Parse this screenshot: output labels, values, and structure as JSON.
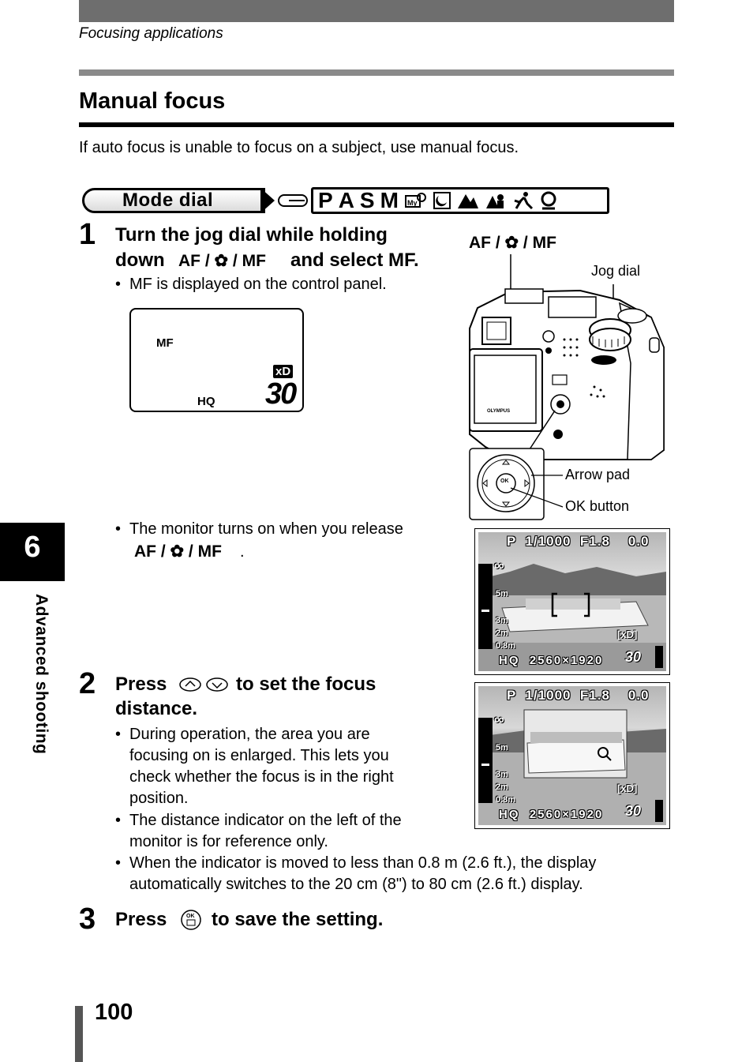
{
  "header": {
    "section": "Focusing applications"
  },
  "title": "Manual focus",
  "intro": "If auto focus is unable to focus on a subject, use manual focus.",
  "mode_dial": {
    "label": "Mode dial",
    "modes": [
      "P",
      "A",
      "S",
      "M"
    ],
    "scene_icons": [
      "my-mode-icon",
      "night-scene-icon",
      "landscape-icon",
      "landscape-portrait-icon",
      "sports-icon",
      "portrait-icon"
    ]
  },
  "step1": {
    "number": "1",
    "line1": "Turn the jog dial while holding",
    "line2_pre": "down",
    "button": "AF / ✿ / MF",
    "line2_post": "and select MF.",
    "bullet": "MF is displayed on the control panel."
  },
  "lcd": {
    "mf": "MF",
    "hq": "HQ",
    "media": "xD",
    "count": "30"
  },
  "camera_figure": {
    "button_label": "AF / ✿ / MF",
    "jog_dial": "Jog dial",
    "arrow_pad": "Arrow pad",
    "ok_button": "OK button"
  },
  "monitor_note": {
    "text": "The monitor turns on when you release",
    "button": "AF / ✿ / MF",
    "end": "."
  },
  "monitor": {
    "top": "P  1/1000  F1.8    0.0",
    "bottom": "HQ  2560×1920",
    "distances": [
      "∞",
      "5m",
      "3m",
      "2m",
      "0.8m"
    ],
    "media": "[xD]",
    "count": "30"
  },
  "step2": {
    "number": "2",
    "press": "Press",
    "line1_post": "to set the focus",
    "line2": "distance.",
    "bullets": [
      [
        "During operation, the area you are",
        "focusing on is enlarged. This lets you",
        "check whether the focus is in the right",
        "position."
      ],
      [
        "The distance indicator on the left of the",
        "monitor is for reference only."
      ],
      [
        "When the indicator is moved to less than 0.8 m (2.6 ft.), the display",
        "automatically switches to the 20 cm (8\") to 80 cm (2.6 ft.) display."
      ]
    ]
  },
  "step3": {
    "number": "3",
    "press": "Press",
    "post": "to save the setting."
  },
  "side_tab": {
    "number": "6",
    "label": "Advanced shooting"
  },
  "page_number": "100",
  "icons": {
    "ok": "OK"
  }
}
